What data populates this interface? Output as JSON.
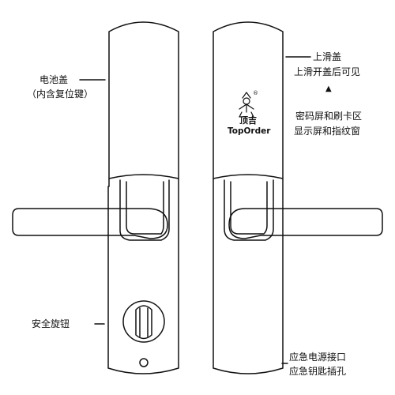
{
  "labels": {
    "battery_cover": "电池盖",
    "battery_cover_note": "（内含复位键）",
    "upper_slide_cover": "上滑盖",
    "upper_slide_note": "上滑开盖后可见",
    "up_arrow": "▲",
    "keypad_line1": "密码屏和刷卡区",
    "keypad_line2": "显示屏和指纹窗",
    "safety_knob": "安全旋钮",
    "emergency_power": "应急电源接口",
    "emergency_key": "应急钥匙插孔"
  },
  "logo": {
    "cn": "顶吉",
    "en": "TopOrder",
    "registered_mark": "®"
  },
  "colors": {
    "line": "#111111",
    "background": "#ffffff"
  }
}
